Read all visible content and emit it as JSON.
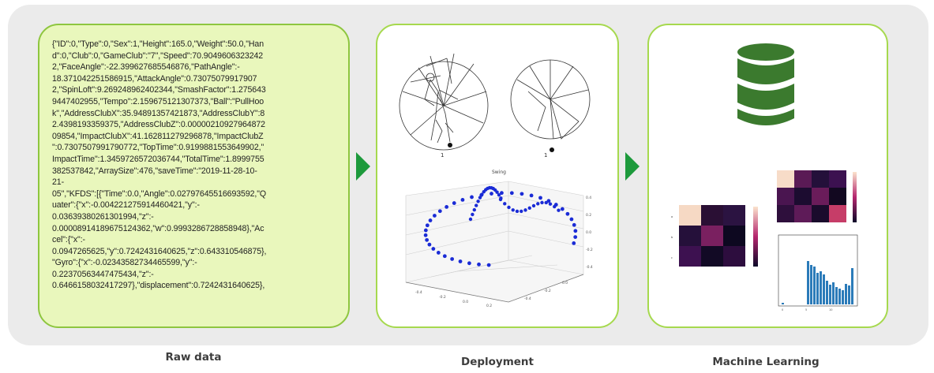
{
  "panels": {
    "raw": {
      "caption": "Raw data",
      "lines": [
        "{\"ID\":0,\"Type\":0,\"Sex\":1,\"Height\":165.0,\"Weight\":50.0,\"Han",
        "d\":0,\"Club\":0,\"GameClub\":\"7\",\"Speed\":70.9049606323242",
        "2,\"FaceAngle\":-22.399627685546876,\"PathAngle\":-",
        "18.371042251586915,\"AttackAngle\":0.73075079917907",
        "2,\"SpinLoft\":9.269248962402344,\"SmashFactor\":1.275643",
        "9447402955,\"Tempo\":2.159675121307373,\"Ball\":\"PullHoo",
        "k\",\"AddressClubX\":35.94891357421873,\"AddressClubY\":8",
        "2.4398193359375,\"AddressClubZ\":0.00000210927964872",
        "09854,\"ImpactClubX\":41.162811279296878,\"ImpactClubZ",
        "\":0.7307507991790772,\"TopTime\":0.9199881553649902,\"",
        "ImpactTime\":1.3459726572036744,\"TotalTime\":1.8999755",
        "382537842,\"ArraySize\":476,\"saveTime\":\"2019-11-28-10-",
        "21-",
        "05\",\"KFDS\":[{\"Time\":0.0,\"Angle\":0.02797645516693592,\"Q",
        "uater\":{\"x\":-0.004221275914460421,\"y\":-",
        "0.03639380261301994,\"z\":-",
        "0.00008914189675124362,\"w\":0.9993286728858948},\"Ac",
        "cel\":{\"x\":-",
        "0.0947265625,\"y\":0.7242431640625,\"z\":0.643310546875},",
        "\"Gyro\":{\"x\":-0.02343582734465599,\"y\":-",
        "0.22370563447475434,\"z\":-",
        "0.6466158032417297},\"displacement\":0.7242431640625},"
      ]
    },
    "deployment": {
      "caption": "Deployment",
      "plot_title": "Swing"
    },
    "ml": {
      "caption": "Machine Learning"
    }
  },
  "colors": {
    "accent_green": "#1d9a3c",
    "panel_border": "#a6d94e",
    "raw_fill": "#e9f7bc",
    "database": "#3b7a2e",
    "scatter": "#1a2bd6",
    "bar": "#2b7bb9"
  },
  "icons": [
    "database-icon",
    "arrow-right-icon"
  ]
}
